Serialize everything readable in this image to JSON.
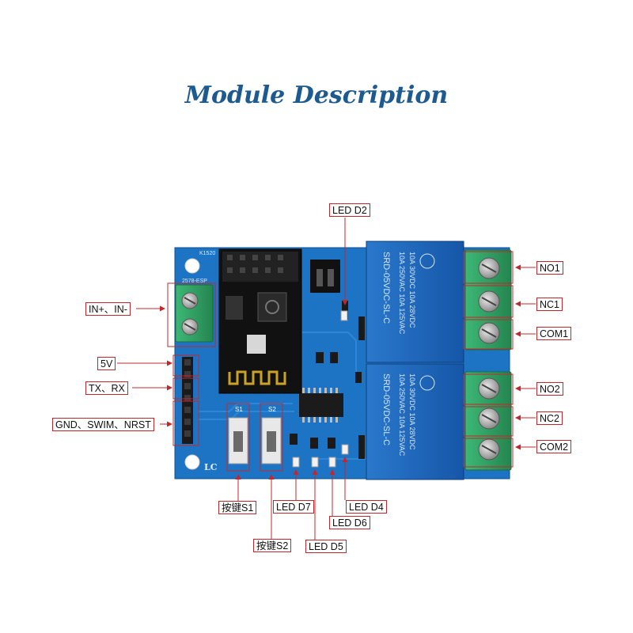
{
  "title": "Module Description",
  "board": {
    "silkscreen": {
      "top_left": "K1520",
      "esp_text": "2578-ESP",
      "logo": "LC",
      "switch_1": "S1",
      "switch_2": "S2",
      "relay_model": "SRD-05VDC-SL-C",
      "relay_rating_1": "10A 250VAC  10A 125VAC",
      "relay_rating_2": "10A 30VDC  10A 28VDC"
    },
    "colors": {
      "pcb": "#1e74c4",
      "relay": "#1b63b8",
      "terminal": "#2e9e63",
      "label_border": "#c0282d",
      "title": "#1d5a8f"
    }
  },
  "labels": {
    "led_d2": "LED D2",
    "in": "IN+、IN-",
    "v5": "5V",
    "txrx": "TX、RX",
    "gnd": "GND、SWIM、NRST",
    "no1": "NO1",
    "nc1": "NC1",
    "com1": "COM1",
    "no2": "NO2",
    "nc2": "NC2",
    "com2": "COM2",
    "s1": "按键S1",
    "s2": "按键S2",
    "d7": "LED D7",
    "d5": "LED D5",
    "d6": "LED D6",
    "d4": "LED D4"
  }
}
